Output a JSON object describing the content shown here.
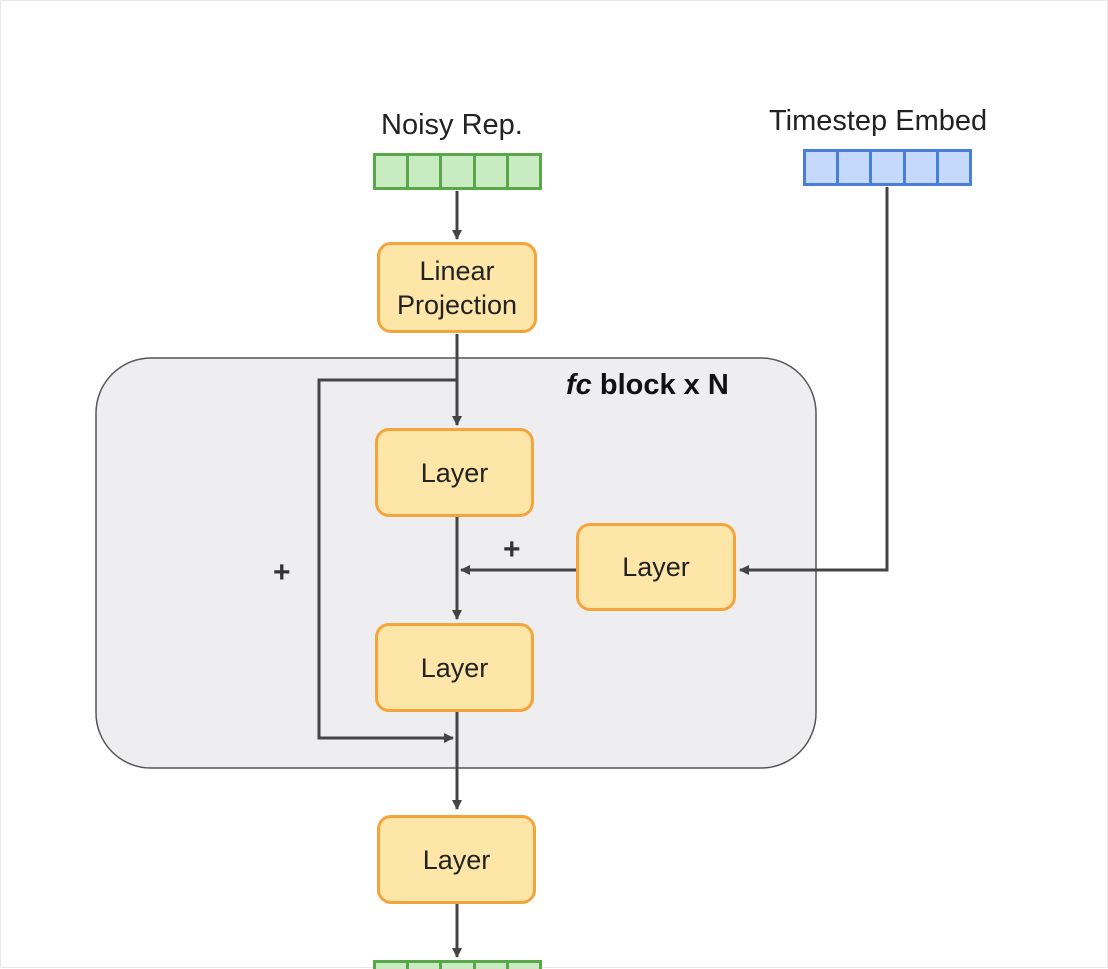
{
  "inputs": {
    "noisy_rep": "Noisy Rep.",
    "timestep_embed": "Timestep Embed"
  },
  "block": {
    "prefix": "fc",
    "suffix": " block x N"
  },
  "nodes": {
    "linear_projection_line1": "Linear",
    "linear_projection_line2": "Projection",
    "layer_1": "Layer",
    "layer_embed": "Layer",
    "layer_2": "Layer",
    "layer_out": "Layer"
  },
  "operators": {
    "residual_plus": "+",
    "embed_plus": "+"
  },
  "colors": {
    "layer_fill": "#fde6a8",
    "layer_border": "#f5a43b",
    "noisy_vector": "#58a84a",
    "timestep_vector": "#4a7fd9",
    "block_background": "#eeeef0",
    "arrow": "#444444"
  }
}
